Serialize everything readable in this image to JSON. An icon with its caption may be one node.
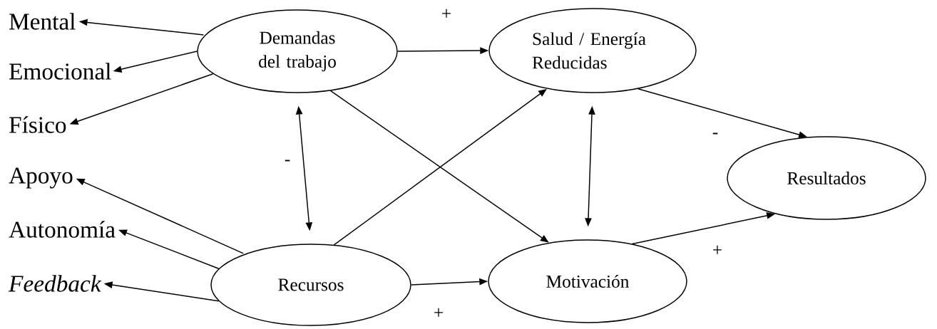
{
  "diagram": {
    "nodes": [
      {
        "text": [
          "Mental"
        ]
      },
      {
        "text": [
          "Emocional"
        ]
      },
      {
        "text": [
          "Físico"
        ]
      },
      {
        "text": [
          "Apoyo"
        ]
      },
      {
        "text": [
          "Autonomía"
        ]
      },
      {
        "text": [
          "Feedback"
        ]
      },
      {
        "text": [
          "Demandas del trabajo"
        ]
      },
      {
        "text": [
          "Recursos"
        ]
      },
      {
        "text": [
          "Salud / Energía Reducidas"
        ]
      },
      {
        "text": [
          "Motivación"
        ]
      },
      {
        "text": [
          "Resultados"
        ]
      }
    ],
    "edges": [
      {
        "from": 6,
        "to": 0,
        "arrow": "to"
      },
      {
        "from": 6,
        "to": 1,
        "arrow": "to"
      },
      {
        "from": 6,
        "to": 2,
        "arrow": "to"
      },
      {
        "from": 7,
        "to": 3,
        "arrow": "to"
      },
      {
        "from": 7,
        "to": 4,
        "arrow": "to"
      },
      {
        "from": 7,
        "to": 5,
        "arrow": "to"
      },
      {
        "from": 6,
        "to": 7,
        "arrow": "both",
        "label": "-"
      },
      {
        "from": 6,
        "to": 8,
        "arrow": "to",
        "label": "+"
      },
      {
        "from": 6,
        "to": 9,
        "arrow": "to"
      },
      {
        "from": 7,
        "to": 8,
        "arrow": "to"
      },
      {
        "from": 7,
        "to": 9,
        "arrow": "to",
        "label": "+"
      },
      {
        "from": 8,
        "to": 9,
        "arrow": "both"
      },
      {
        "from": 8,
        "to": 10,
        "arrow": "to",
        "label": "-"
      },
      {
        "from": 9,
        "to": 10,
        "arrow": "to",
        "label": "+"
      }
    ]
  }
}
